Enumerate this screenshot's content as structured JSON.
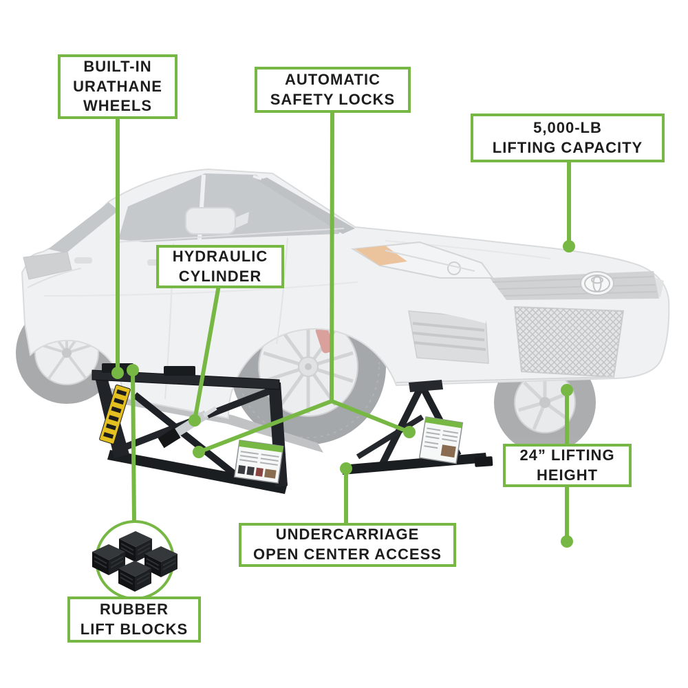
{
  "page": {
    "background": "#ffffff"
  },
  "colors": {
    "accent_green": "#76B843",
    "label_text": "#1d1d1d",
    "label_background": "#ffffff",
    "lift_frame_black": "#1f2226",
    "car_body_gray": "#e2e4e6",
    "warning_sticker_yellow": "#e3c020"
  },
  "callouts": [
    {
      "id": "built-in-urathane-wheels",
      "lines": [
        "BUILT-IN",
        "URATHANE",
        "WHEELS"
      ]
    },
    {
      "id": "automatic-safety-locks",
      "lines": [
        "AUTOMATIC",
        "SAFETY LOCKS"
      ]
    },
    {
      "id": "lifting-capacity",
      "lines": [
        "5,000-LB",
        "LIFTING CAPACITY"
      ]
    },
    {
      "id": "hydraulic-cylinder",
      "lines": [
        "HYDRAULIC",
        "CYLINDER"
      ]
    },
    {
      "id": "lifting-height",
      "lines": [
        "24” LIFTING",
        "HEIGHT"
      ]
    },
    {
      "id": "undercarriage-access",
      "lines": [
        "UNDERCARRIAGE",
        "OPEN CENTER ACCESS"
      ]
    },
    {
      "id": "rubber-lift-blocks",
      "lines": [
        "RUBBER",
        "LIFT BLOCKS"
      ]
    }
  ],
  "icons": [
    {
      "name": "toyota-emblem"
    },
    {
      "name": "rubber-lift-blocks-icon"
    },
    {
      "name": "warning-sticker-icon"
    },
    {
      "name": "spec-label-icon"
    }
  ]
}
